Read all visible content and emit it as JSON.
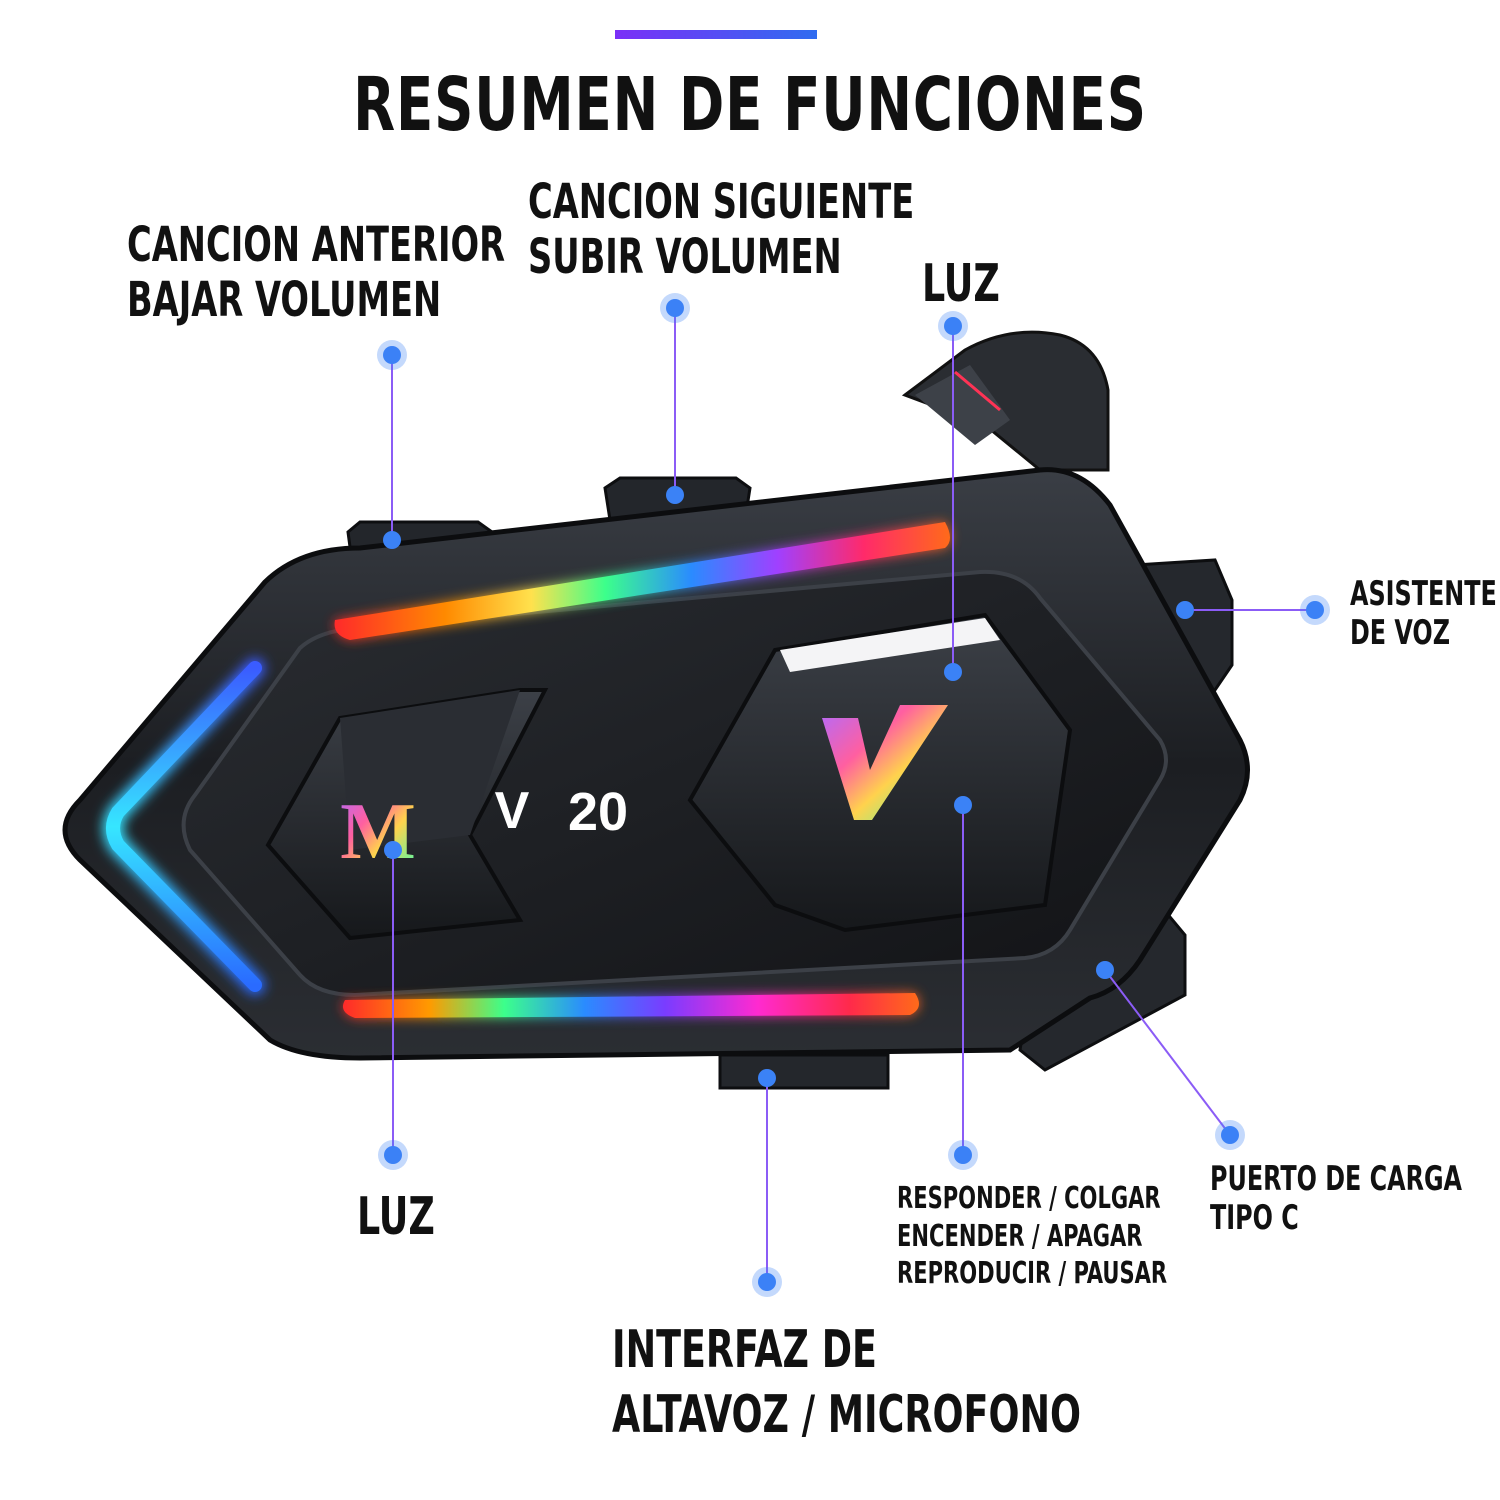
{
  "title": "RESUMEN DE FUNCIONES",
  "labels": {
    "prev_song": [
      "CANCION ANTERIOR",
      "BAJAR VOLUMEN"
    ],
    "next_song": [
      "CANCION SIGUIENTE",
      "SUBIR VOLUMEN"
    ],
    "light_top": "LUZ",
    "voice_assistant": [
      "ASISTENTE",
      "DE VOZ"
    ],
    "light_bottom": "LUZ",
    "answer_power": [
      "RESPONDER / COLGAR",
      "ENCENDER / APAGAR",
      "REPRODUCIR / PAUSAR"
    ],
    "charging_port": [
      "PUERTO DE CARGA",
      "TIPO C"
    ],
    "speaker_mic": [
      "INTERFAZ DE",
      "ALTAVOZ / MICROFONO"
    ]
  },
  "device": {
    "model_text": "20",
    "left_logo": "M"
  },
  "colors": {
    "accent": "#3b82f6",
    "leader_line": "#8b5cf6",
    "body": "#1f2227"
  }
}
